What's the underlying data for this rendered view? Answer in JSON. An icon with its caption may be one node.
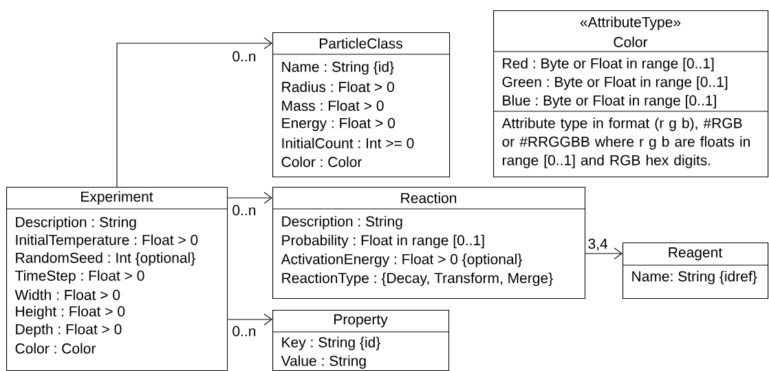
{
  "diagram": {
    "nodes": [
      {
        "text": [
          "ParticleClass",
          "Name : String {id}",
          "Radius : Float > 0",
          "Mass : Float > 0",
          "Energy : Float > 0",
          "InitialCount : Int >= 0",
          "Color : Color"
        ]
      },
      {
        "text": [
          "«AttributeType»",
          "Color",
          "Red : Byte or Float in range [0..1]",
          "Green : Byte or Float in range [0..1]",
          "Blue : Byte or Float in range [0..1]",
          "Attribute type in format (r g b), #RGB or #RRGGBB where r g b are floats in range [0..1] and RGB hex digits."
        ]
      },
      {
        "text": [
          "Experiment",
          "Description : String",
          "InitialTemperature : Float > 0",
          "RandomSeed : Int {optional}",
          "TimeStep : Float > 0",
          "Width : Float > 0",
          "Height : Float > 0",
          "Depth : Float > 0",
          "Color : Color"
        ]
      },
      {
        "text": [
          "Reaction",
          "Description : String",
          "Probability : Float in range [0..1]",
          "ActivationEnergy : Float > 0 {optional}",
          "ReactionType : {Decay, Transform, Merge}"
        ]
      },
      {
        "text": [
          "Reagent",
          "Name: String {idref}"
        ]
      },
      {
        "text": [
          "Property",
          "Key : String {id}",
          "Value : String"
        ]
      }
    ],
    "edges": [
      {
        "from": 2,
        "to": 0,
        "arrow": "to",
        "label": "0..n"
      },
      {
        "from": 2,
        "to": 3,
        "arrow": "to",
        "label": "0..n"
      },
      {
        "from": 2,
        "to": 5,
        "arrow": "to",
        "label": "0..n"
      },
      {
        "from": 3,
        "to": 4,
        "arrow": "to",
        "label": "3,4"
      }
    ]
  }
}
